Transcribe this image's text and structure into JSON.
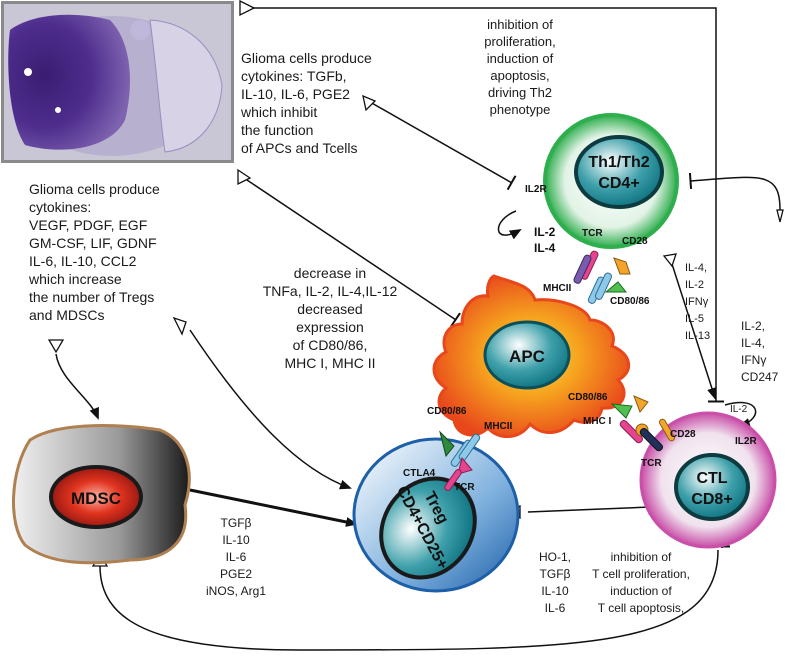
{
  "colors": {
    "th_cell": "#2fae4e",
    "ctl_cell": "#c94fa8",
    "treg_cell": "#2b6fb0",
    "apc_outer": "#f39a1d",
    "apc_inner": "#e8471b",
    "mdsc_core": "#d4281d",
    "nucleus": "#127e8c",
    "brain_stain": "#4b2a8a"
  },
  "texts": {
    "glioma_inhibit": [
      "Glioma cells produce",
      "cytokines:  TGFb,",
      "IL-10, IL-6, PGE2",
      "which inhibit",
      "the function",
      "of APCs and Tcells"
    ],
    "inhibition_th": [
      "inhibition of",
      "proliferation,",
      "induction of",
      "apoptosis,",
      "driving Th2",
      "phenotype"
    ],
    "glioma_increase": [
      "Glioma cells produce",
      "cytokines:",
      "VEGF, PDGF, EGF",
      "GM-CSF, LIF, GDNF",
      "IL-6, IL-10, CCL2",
      "which increase",
      "the number of Tregs",
      "and MDSCs"
    ],
    "decrease": [
      "decrease in",
      "TNFa, IL-2, IL-4,IL-12",
      "decreased",
      "expression",
      "of CD80/86,",
      "MHC I, MHC II"
    ],
    "th_to_ctl": [
      "IL-4,",
      "IL-2",
      "IFNγ",
      "IL-5",
      "IL-13"
    ],
    "ctl_self": [
      "IL-2,",
      "IL-4,",
      "IFNγ",
      "CD247"
    ],
    "mdsc_factors": [
      "TGFβ",
      "IL-10",
      "IL-6",
      "PGE2",
      "iNOS, Arg1"
    ],
    "treg_factors": [
      "HO-1,",
      "TGFβ",
      "IL-10",
      "IL-6"
    ],
    "treg_effect": [
      "inhibition of",
      "T cell proliferation,",
      "induction of",
      "T cell apoptosis,"
    ]
  },
  "cells": {
    "th": [
      "Th1/Th2",
      "CD4+"
    ],
    "apc": "APC",
    "ctl": [
      "CTL",
      "CD8+"
    ],
    "treg": [
      "Treg",
      "CD4+CD25+"
    ],
    "mdsc": "MDSC"
  },
  "receptors": {
    "il2r_th": "IL2R",
    "il2_il4": [
      "IL-2",
      "IL-4"
    ],
    "tcr_th": "TCR",
    "cd28_th": "CD28",
    "mhcii_th": "MHCII",
    "cd8086_th": "CD80/86",
    "cd8086_treg": "CD80/86",
    "mhcii_treg": "MHCII",
    "ctla4": "CTLA4",
    "tcr_treg": "TCR",
    "cd8086_ctl": "CD80/86",
    "mhci_ctl": "MHC I",
    "cd28_ctl": "CD28",
    "tcr_ctl": "TCR",
    "il2_ctl": "IL-2",
    "il2r_ctl": "IL2R"
  }
}
